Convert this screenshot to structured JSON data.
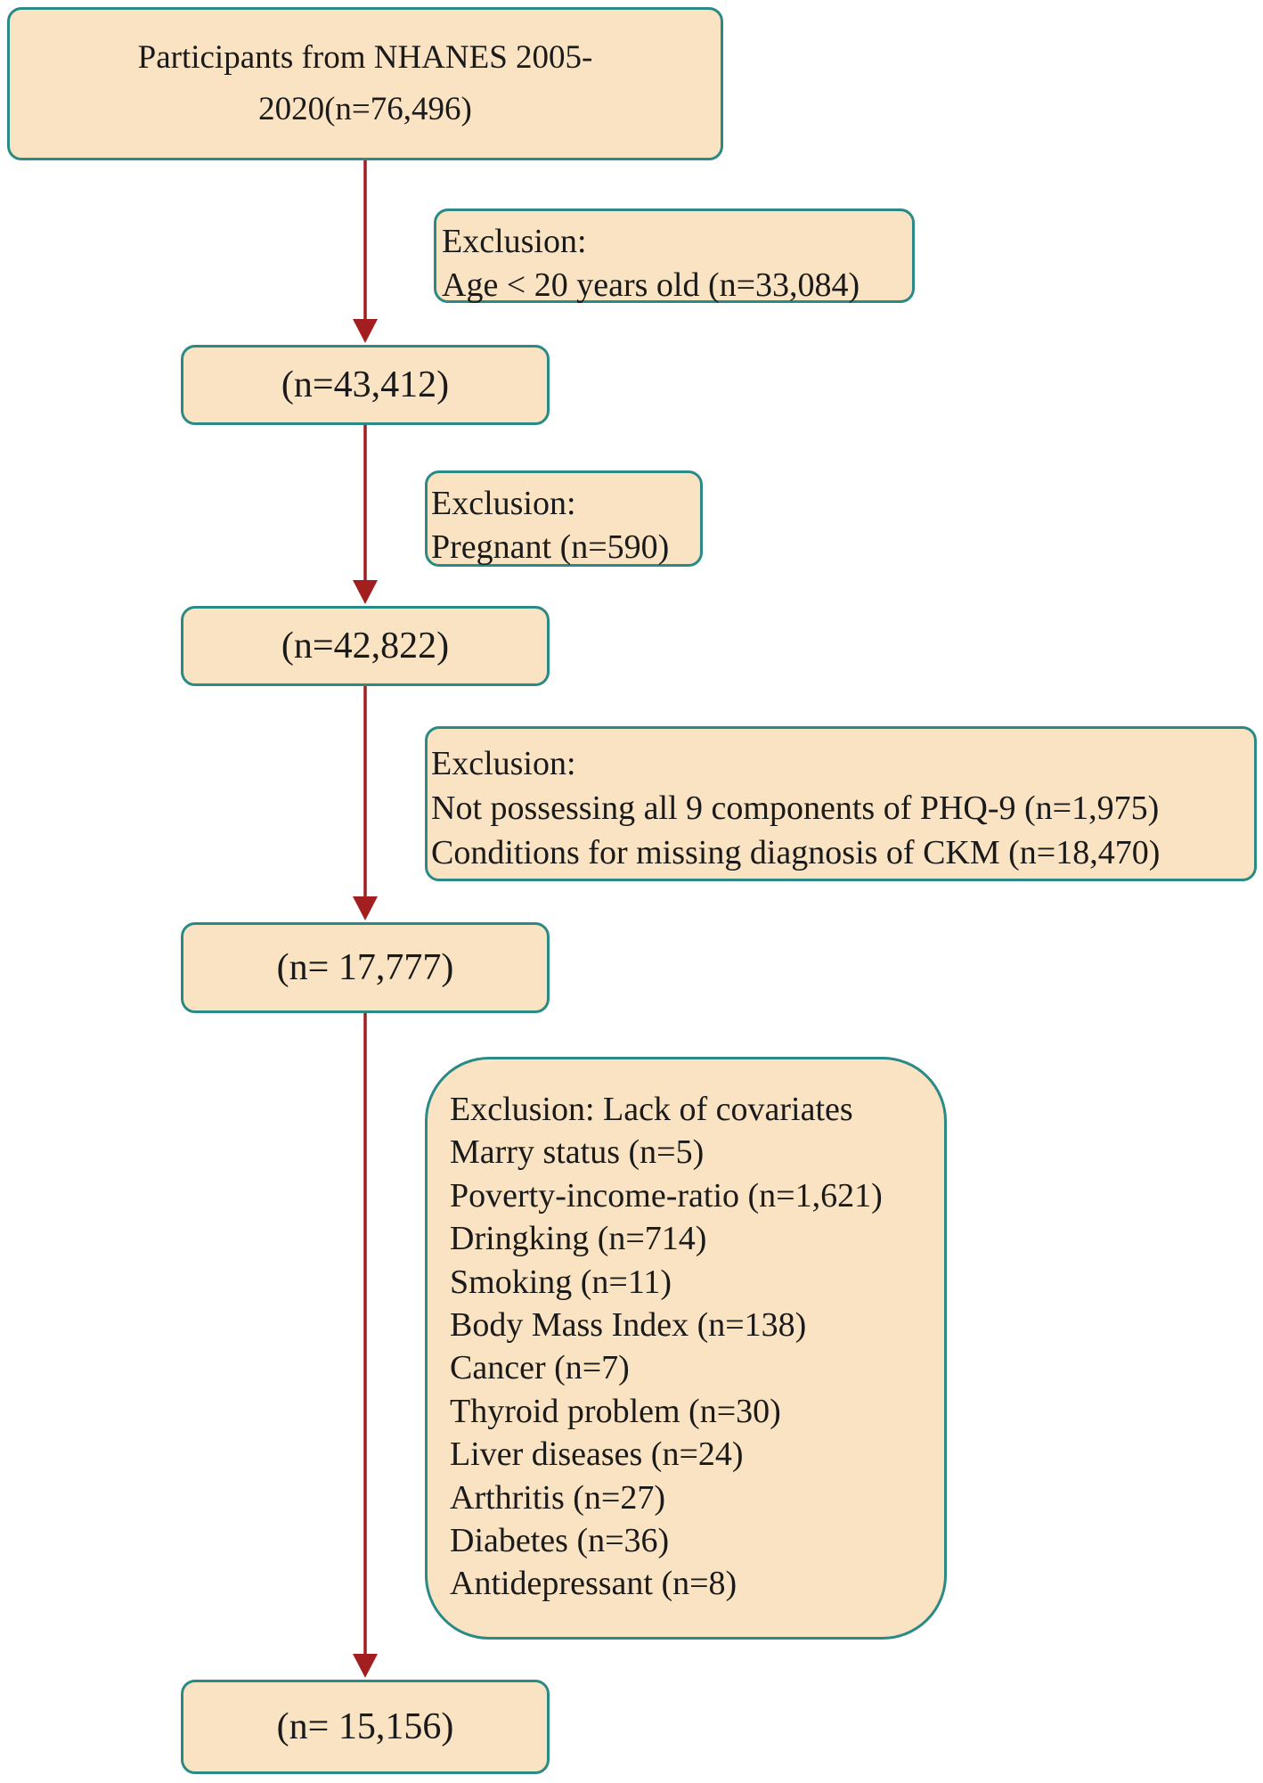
{
  "colors": {
    "box_fill": "#fae3c2",
    "box_border": "#2a8a86",
    "arrow": "#a31f1f"
  },
  "flow": {
    "start": {
      "lines": [
        "Participants  from NHANES 2005-",
        "2020(n=76,496)"
      ]
    },
    "step1": {
      "count": "(n=43,412)"
    },
    "step2": {
      "count": "(n=42,822)"
    },
    "step3": {
      "count": "(n= 17,777)"
    },
    "final": {
      "count": "(n= 15,156)"
    }
  },
  "exclusions": {
    "ex1": {
      "lines": [
        "Exclusion:",
        "Age < 20 years old (n=33,084)"
      ]
    },
    "ex2": {
      "lines": [
        "Exclusion:",
        "Pregnant (n=590)"
      ]
    },
    "ex3": {
      "lines": [
        "Exclusion:",
        "Not possessing all 9 components of PHQ-9  (n=1,975)",
        "Conditions for missing diagnosis of CKM (n=18,470)"
      ]
    },
    "ex4": {
      "title": "Exclusion: Lack of covariates",
      "items": [
        "Marry status (n=5)",
        "Poverty-income-ratio (n=1,621)",
        "Dringking (n=714)",
        "Smoking (n=11)",
        "Body Mass Index (n=138)",
        "Cancer (n=7)",
        "Thyroid problem (n=30)",
        "Liver diseases (n=24)",
        "Arthritis (n=27)",
        "Diabetes (n=36)",
        "Antidepressant (n=8)"
      ]
    }
  }
}
